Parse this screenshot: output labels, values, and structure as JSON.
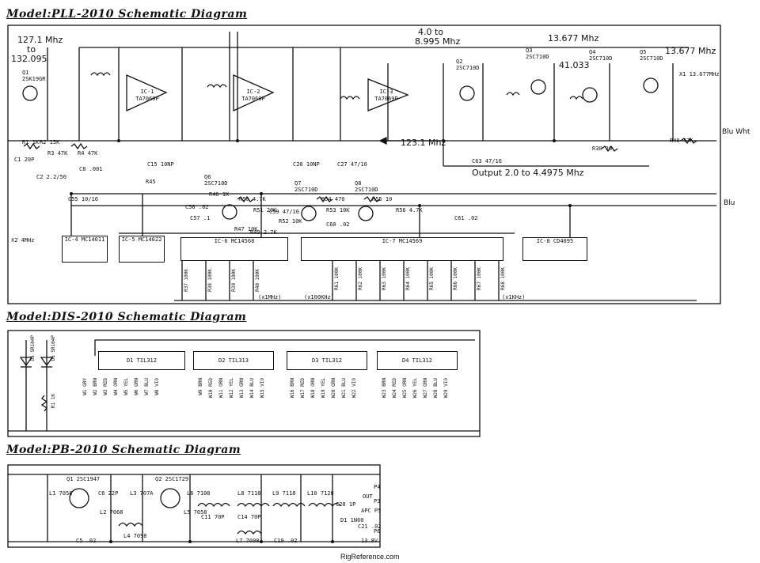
{
  "titles": {
    "pll": "Model:PLL-2010 Schematic Diagram",
    "dis": "Model:DIS-2010 Schematic Diagram",
    "pb": "Model:PB-2010 Schematic Diagram"
  },
  "annotations": {
    "vco_range_a": "127.1 Mhz",
    "vco_range_to": "to",
    "vco_range_b": "132.095",
    "ic3_in": "4.0 to",
    "ic3_in_b": "8.995 Mhz",
    "osc1": "13.677 Mhz",
    "osc2": "13.677 Mhz",
    "osc3": "41.033",
    "mix": "123.1 Mhz",
    "output": "Output 2.0 to 4.4975 Mhz",
    "blu_wht": "Blu Wht",
    "blu": "Blu",
    "credit": "RigReference.com"
  },
  "pll_ics": [
    {
      "ref": "IC-1",
      "part": "TA7069P"
    },
    {
      "ref": "IC-2",
      "part": "TA7069P"
    },
    {
      "ref": "IC-3",
      "part": "TA7069P"
    },
    {
      "ref": "IC-4",
      "part": "MC14011"
    },
    {
      "ref": "IC-5",
      "part": "MC14022"
    },
    {
      "ref": "IC-6",
      "part": "MC14568"
    },
    {
      "ref": "IC-7",
      "part": "MC14569"
    },
    {
      "ref": "IC-8",
      "part": "CD4095"
    }
  ],
  "transistors": [
    {
      "ref": "Q1",
      "part": "2SK19GR"
    },
    {
      "ref": "Q2",
      "part": "2SC710D"
    },
    {
      "ref": "Q3",
      "part": "2SC710D"
    },
    {
      "ref": "Q4",
      "part": "2SC710D"
    },
    {
      "ref": "Q5",
      "part": "2SC710D"
    },
    {
      "ref": "Q6",
      "part": "2SC710D"
    },
    {
      "ref": "Q7",
      "part": "2SC710D"
    },
    {
      "ref": "Q8",
      "part": "2SC710D"
    }
  ],
  "pll_parts": [
    "R1 1K",
    "R2 15K",
    "R3 47K",
    "R4 47K",
    "C1 20P",
    "C2 2.2/50",
    "C8 .001",
    "C15 10NP",
    "C20 10NP",
    "C27 47/16",
    "C55 10/16",
    "C56 .02",
    "R45",
    "R46 1K",
    "R47 10K",
    "R49 2.7K",
    "R50 4.7K",
    "R51 20K",
    "R52 10K",
    "R53 10K",
    "R54 470",
    "R55 10",
    "R56 4.7K",
    "C57 .1",
    "C59 47/16",
    "C60 .02",
    "C61 .02",
    "C63 47/16",
    "R30 10",
    "R40 47K",
    "X1 13.677MHz",
    "X2 4MHz"
  ],
  "pll_pulldowns_a": [
    "R37 100K",
    "R38 100K",
    "R39 100K",
    "R40 100K"
  ],
  "pll_pulldowns_b": [
    "R61 100K",
    "R62 100K",
    "R63 100K",
    "R64 100K",
    "R65 100K",
    "R66 100K",
    "R67 100K",
    "R68 100K"
  ],
  "labels_khz": [
    "(x1MHz)",
    "(x100KHz)",
    "(x1KHz)"
  ],
  "dis_chips": [
    {
      "ref": "D1",
      "part": "TIL312"
    },
    {
      "ref": "D2",
      "part": "TIL313"
    },
    {
      "ref": "D3",
      "part": "TIL312"
    },
    {
      "ref": "D4",
      "part": "TIL312"
    }
  ],
  "dis_wires": [
    [
      "W1 GRY",
      "W2 BRN",
      "W3 RED",
      "W4 ORN",
      "W5 YEL",
      "W6 GRN",
      "W7 BLU",
      "W8 VIO"
    ],
    [
      "W9 BRN",
      "W10 RED",
      "W11 ORN",
      "W12 YEL",
      "W13 GRN",
      "W14 BLU",
      "W15 VIO"
    ],
    [
      "W16 BRN",
      "W17 RED",
      "W18 ORN",
      "W19 YEL",
      "W20 GRN",
      "W21 BLU",
      "W22 VIO"
    ],
    [
      "W23 BRN",
      "W24 RED",
      "W25 ORN",
      "W26 YEL",
      "W27 GRN",
      "W28 BLU",
      "W29 VIO"
    ]
  ],
  "dis_leds": [
    "D5 SR104P",
    "D6 SR104P",
    "R1 1K"
  ],
  "pb_parts": [
    "Q1 2SC1947",
    "Q2 2SC1729",
    "C6 22P",
    "L3 707A",
    "L6 7108",
    "L8 7118",
    "L9 7118",
    "L10 7128",
    "C20 1P",
    "D1 1N60",
    "C21 .02",
    "C5 .02",
    "L4 7098",
    "L7 7098",
    "C19 .02",
    "C11 70P",
    "C14 70P",
    "L1 7058",
    "L2 7068",
    "L5 7058"
  ],
  "pb_ports": [
    "P4",
    "OUT",
    "P3",
    "APC P5",
    "P6",
    "13.8V"
  ]
}
